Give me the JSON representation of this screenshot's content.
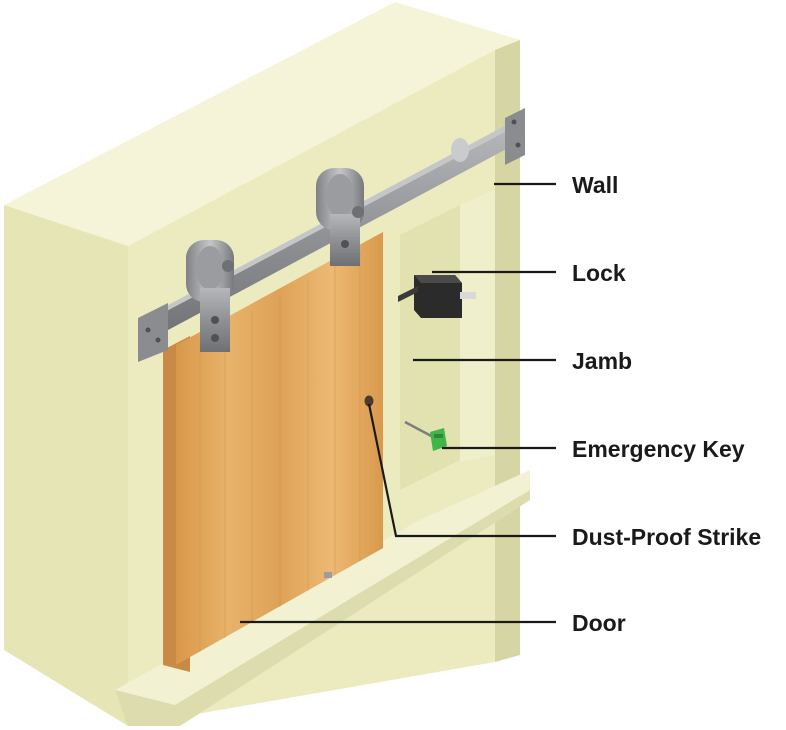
{
  "labels": {
    "wall": "Wall",
    "lock": "Lock",
    "jamb": "Jamb",
    "emergency_key": "Emergency Key",
    "dust_proof_strike": "Dust-Proof Strike",
    "door": "Door"
  },
  "colors": {
    "wall_front": "#ecebc0",
    "wall_top": "#f5f4d8",
    "wall_side": "#d9d8a8",
    "recess": "#e2e1b2",
    "door_wood": "#e3a95f",
    "door_edge": "#c88a44",
    "rail_metal": "#8c8e92",
    "lock_body": "#2b2b2b",
    "emergency_key": "#3fb54a",
    "leader_line": "#1a1a1a"
  }
}
